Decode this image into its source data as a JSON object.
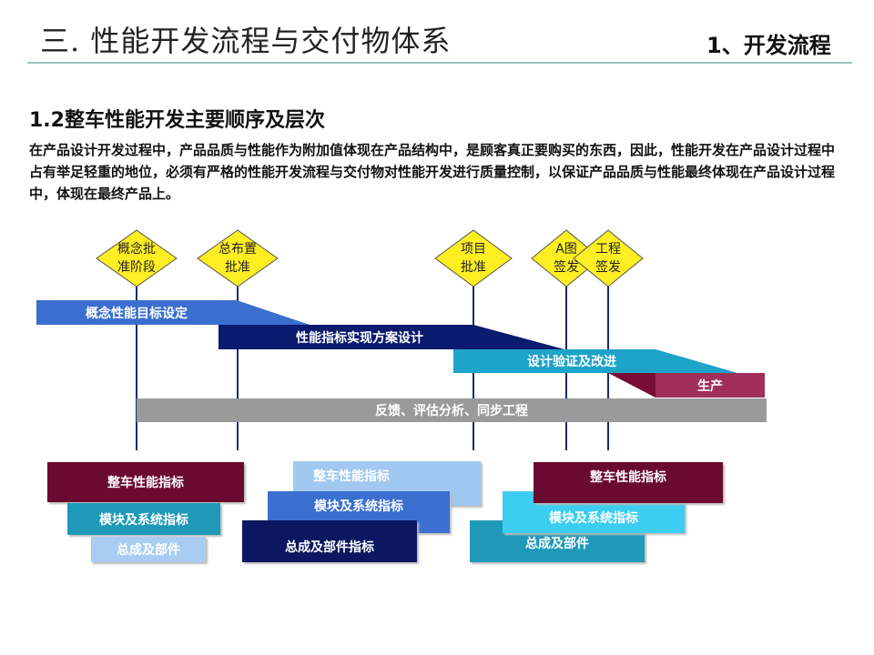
{
  "header": {
    "title": "三. 性能开发流程与交付物体系",
    "section": "1、开发流程"
  },
  "subtitle": "1.2整车性能开发主要顺序及层次",
  "paragraph": "在产品设计开发过程中，产品品质与性能作为附加值体现在产品结构中，是顾客真正要购买的东西，因此，性能开发在产品设计过程中占有举足轻重的地位，必须有严格的性能开发流程与交付物对性能开发进行质量控制，以保证产品品质与性能最终体现在产品设计过程中，体现在最终产品上。",
  "milestones": [
    {
      "l1": "概念批",
      "l2": "准阶段"
    },
    {
      "l1": "总布置",
      "l2": "批准"
    },
    {
      "l1": "项目",
      "l2": "批准"
    },
    {
      "l1": "A图",
      "l2": "签发"
    },
    {
      "l1": "工程",
      "l2": "签发"
    }
  ],
  "phases": [
    "概念性能目标设定",
    "性能指标实现方案设计",
    "设计验证及改进",
    "生产",
    "反馈、评估分析、同步工程"
  ],
  "groups": [
    [
      "整车性能指标",
      "模块及系统指标",
      "总成及部件"
    ],
    [
      "整车性能指标",
      "模块及系统指标",
      "总成及部件指标"
    ],
    [
      "整车性能指标",
      "模块及系统指标",
      "总成及部件"
    ]
  ],
  "colors": {
    "yellow": "#ffee22",
    "blue": "#3a6fcf",
    "navy": "#0a1a6e",
    "teal": "#1ea3c9",
    "magenta": "#a0305a",
    "gray": "#9a9a9a",
    "maroon": "#6b0a30"
  }
}
